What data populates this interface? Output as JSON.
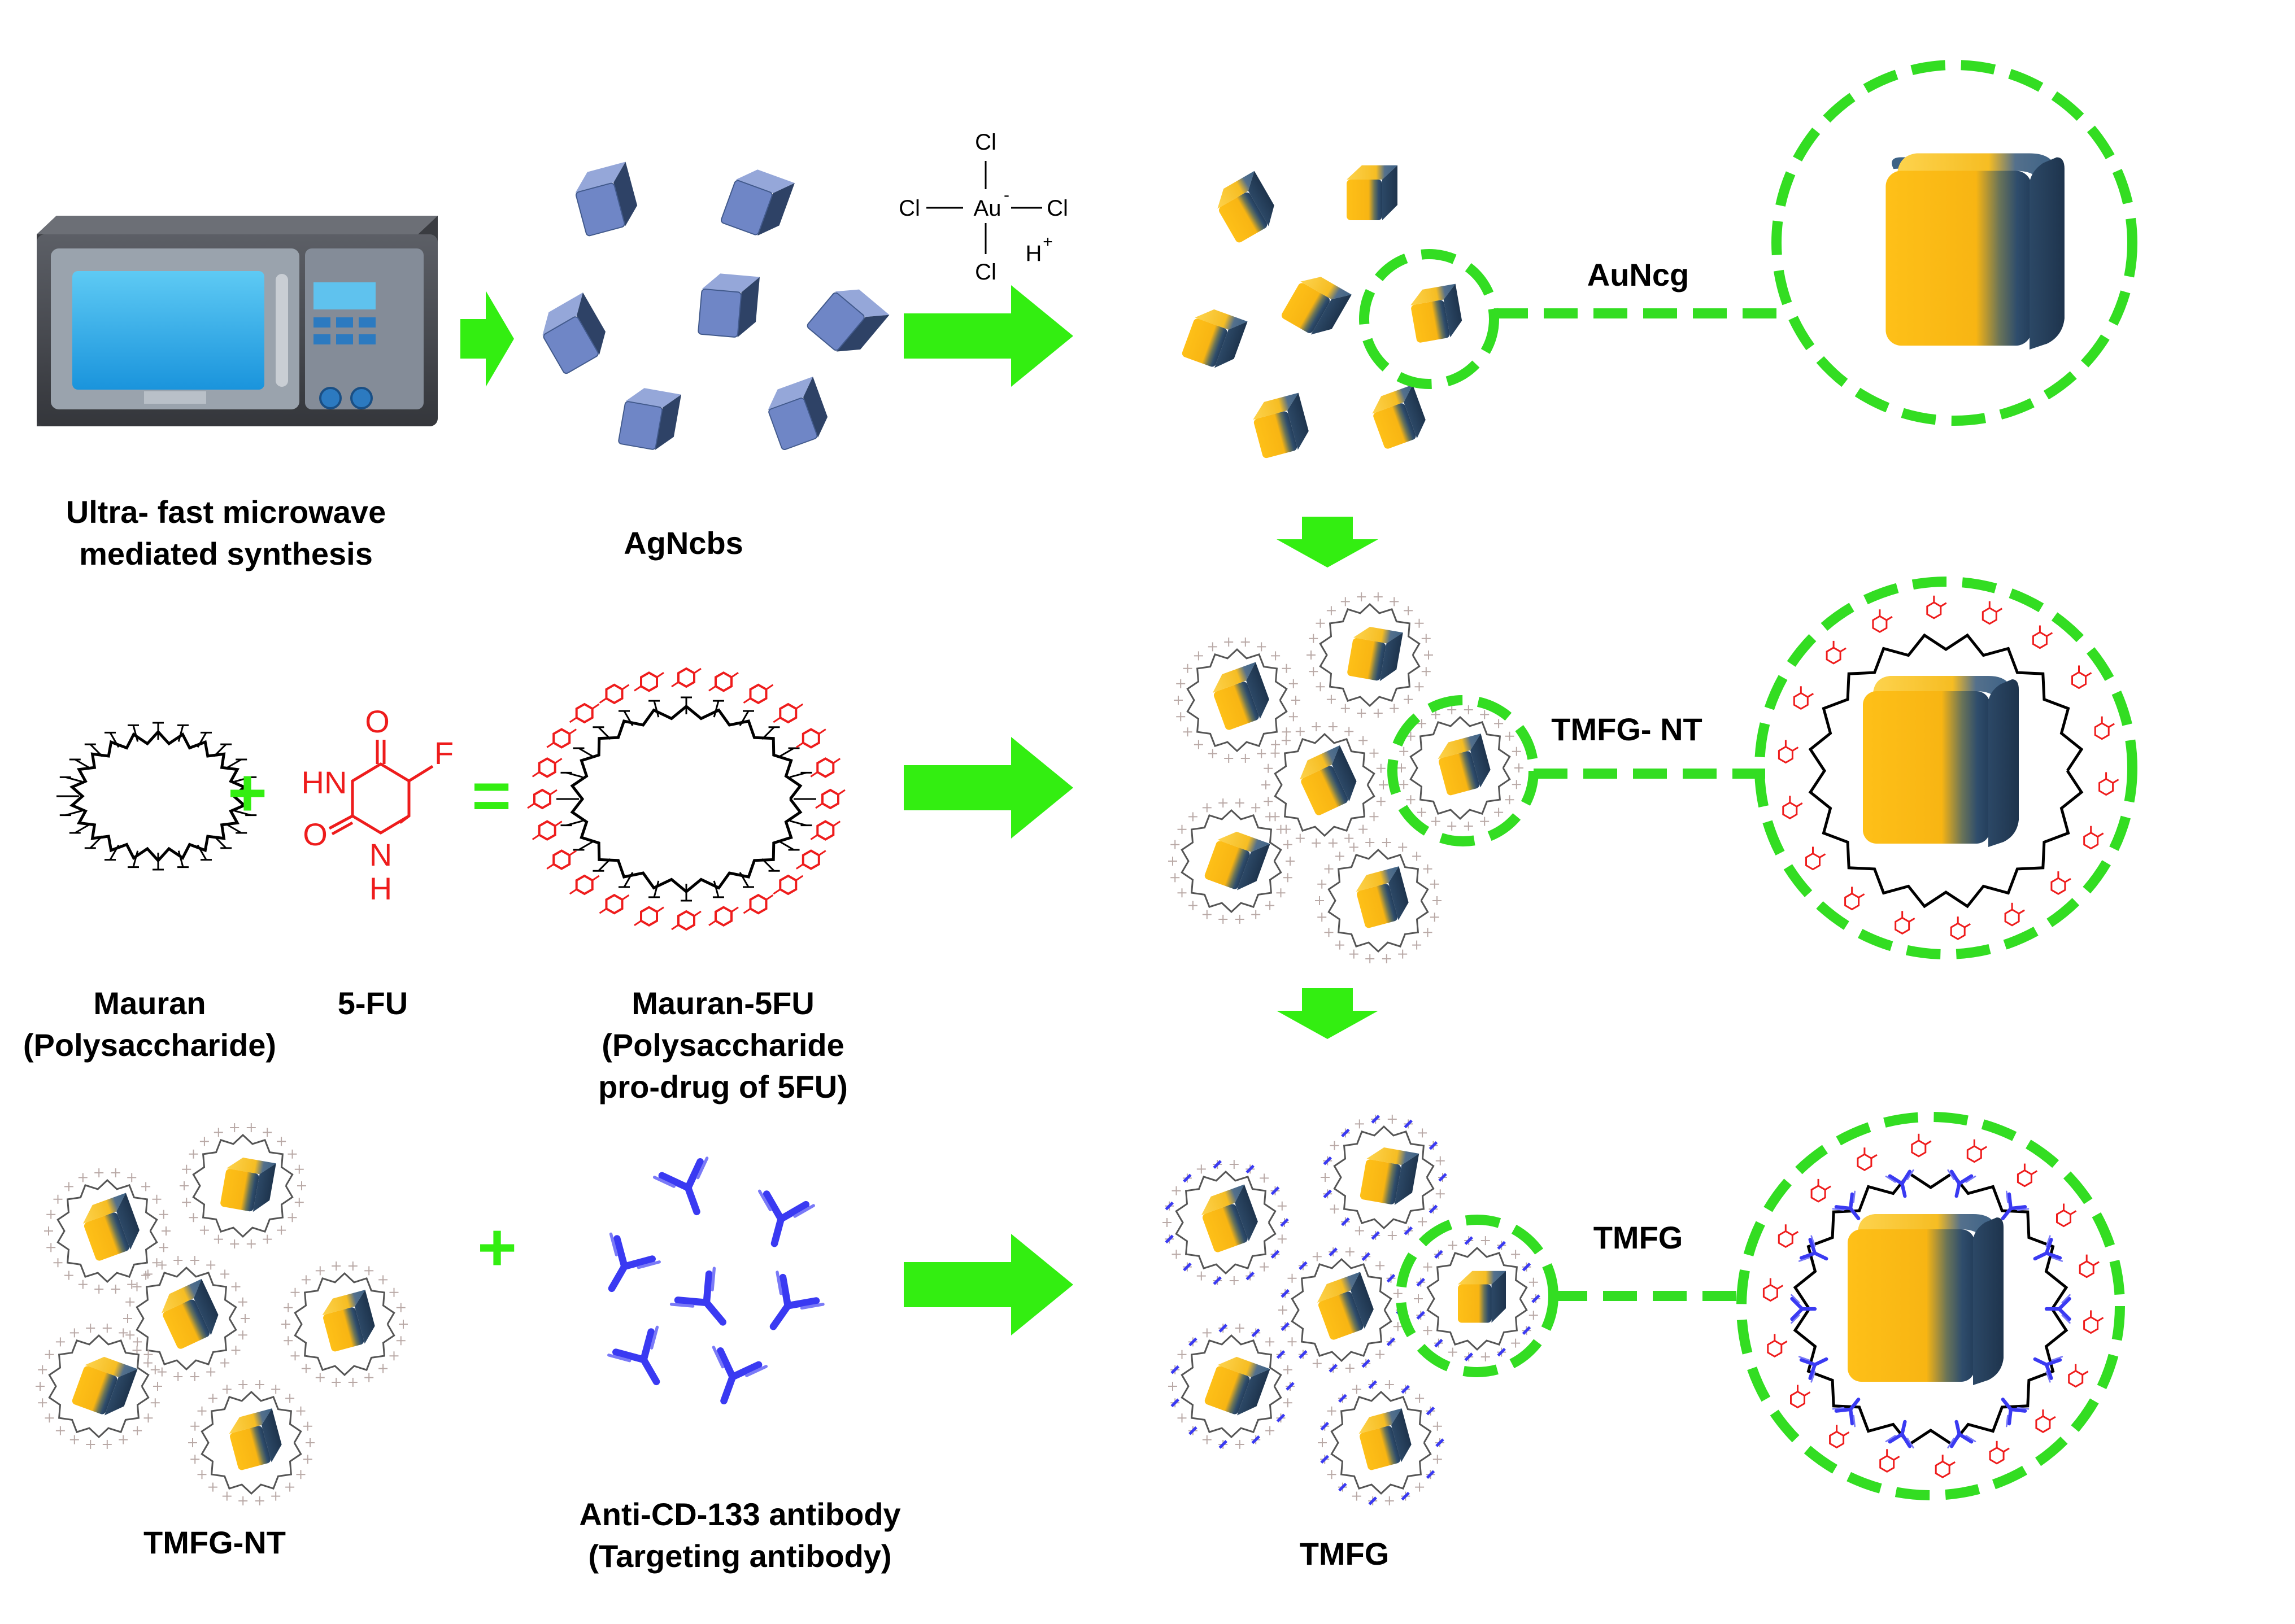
{
  "labels": {
    "microwave_line1": "Ultra- fast microwave",
    "microwave_line2": "mediated synthesis",
    "agncbs": "AgNcbs",
    "auncg": "AuNcg",
    "tmfg_nt_zoom": "TMFG- NT",
    "tmfg_zoom": "TMFG",
    "mauran_line1": "Mauran",
    "mauran_line2": "(Polysaccharide)",
    "fu": "5-FU",
    "mauran5fu_line1": "Mauran-5FU",
    "mauran5fu_line2": "(Polysaccharide",
    "mauran5fu_line3": "pro-drug of 5FU)",
    "tmfg_nt_bottom": "TMFG-NT",
    "antibody_line1": "Anti-CD-133 antibody",
    "antibody_line2": "(Targeting antibody)",
    "tmfg_bottom": "TMFG"
  },
  "haucl4": {
    "cl": "Cl",
    "au": "Au",
    "charge": "-",
    "h": "H",
    "hcharge": "+"
  },
  "fu_structure": {
    "o": "O",
    "hn": "HN",
    "nh": "NH",
    "n": "N",
    "h": "H",
    "f": "F"
  },
  "operators": {
    "plus": "+",
    "equals": "="
  },
  "colors": {
    "arrow": "#33ee11",
    "zoom_ring": "#33dd22",
    "silver_cube": "#6f86c6",
    "silver_dark": "#2e4266",
    "gold": "#fbbd14",
    "gold_dark": "#31516f",
    "drug": "#ee1c1c",
    "antibody": "#3a3af2"
  }
}
